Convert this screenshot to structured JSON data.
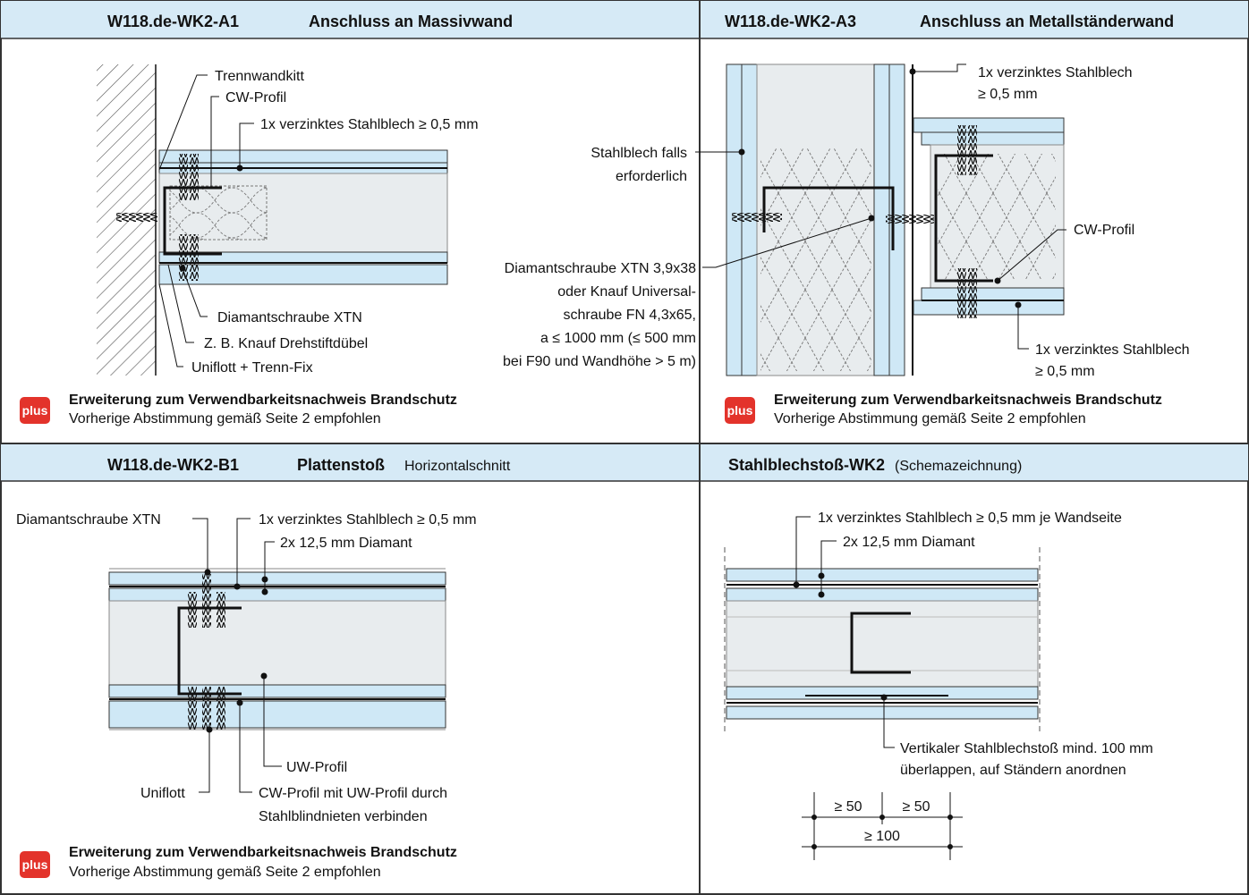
{
  "colors": {
    "header_bg": "#d6eaf6",
    "board": "#cfe8f6",
    "core": "#e8ecee",
    "plus_badge": "#e3332b",
    "frame": "#333333"
  },
  "panels": {
    "a1": {
      "code": "W118.de-WK2-A1",
      "name": "Anschluss an Massivwand",
      "labels": {
        "trennwandkitt": "Trennwandkitt",
        "cw_profil": "CW-Profil",
        "stahlblech": "1x verzinktes Stahlblech ≥ 0,5 mm",
        "diamantschraube": "Diamantschraube XTN",
        "duebel": "Z. B. Knauf Drehstiftdübel",
        "uniflott": "Uniflott + Trenn-Fix"
      },
      "note_title": "Erweiterung zum Verwendbarkeitsnachweis Brandschutz",
      "note_text": "Vorherige Abstimmung gemäß Seite 2 empfohlen"
    },
    "a3": {
      "code": "W118.de-WK2-A3",
      "name": "Anschluss an Metallständerwand",
      "labels": {
        "stahlblech_top_1": "1x verzinktes Stahlblech",
        "stahlblech_top_2": "≥ 0,5 mm",
        "falls_1": "Stahlblech falls",
        "falls_2": "erforderlich",
        "cw_profil": "CW-Profil",
        "schraube_1": "Diamantschraube XTN 3,9x38",
        "schraube_2": "oder Knauf Universal-",
        "schraube_3": "schraube FN 4,3x65,",
        "schraube_4": "a ≤ 1000 mm (≤ 500 mm",
        "schraube_5": "bei F90 und Wandhöhe > 5 m)",
        "stahlblech_bottom_1": "1x verzinktes Stahlblech",
        "stahlblech_bottom_2": "≥ 0,5 mm"
      },
      "note_title": "Erweiterung zum Verwendbarkeitsnachweis Brandschutz",
      "note_text": "Vorherige Abstimmung gemäß Seite 2 empfohlen"
    },
    "b1": {
      "code": "W118.de-WK2-B1",
      "name": "Plattenstoß",
      "subtitle": "Horizontalschnitt",
      "labels": {
        "diamantschraube": "Diamantschraube XTN",
        "stahlblech": "1x verzinktes Stahlblech ≥ 0,5 mm",
        "diamant": "2x 12,5 mm Diamant",
        "uw_profil": "UW-Profil",
        "uniflott": "Uniflott",
        "cw_uw_1": "CW-Profil mit UW-Profil durch",
        "cw_uw_2": "Stahlblindnieten verbinden"
      },
      "note_title": "Erweiterung zum Verwendbarkeitsnachweis Brandschutz",
      "note_text": "Vorherige Abstimmung gemäß Seite 2 empfohlen"
    },
    "stoss": {
      "name": "Stahlblechstoß-WK2",
      "subtitle": "(Schemazeichnung)",
      "labels": {
        "stahlblech": "1x verzinktes Stahlblech ≥ 0,5 mm je Wandseite",
        "diamant": "2x 12,5 mm Diamant",
        "vertikal_1": "Vertikaler Stahlblechstoß mind. 100 mm",
        "vertikal_2": "überlappen, auf Ständern anordnen"
      },
      "dims": {
        "left": "≥ 50",
        "right": "≥ 50",
        "total": "≥ 100"
      }
    }
  },
  "badge": {
    "text": "plus"
  }
}
